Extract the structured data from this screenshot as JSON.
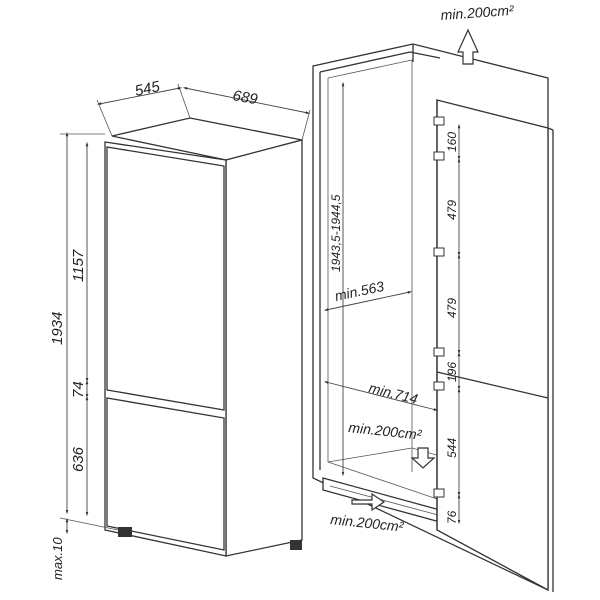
{
  "fridge": {
    "width": "545",
    "depth": "689",
    "height": "1934",
    "upper_door": "1157",
    "gap": "74",
    "lower_door": "636",
    "feet": "max.10"
  },
  "niche": {
    "top_vent": "min.200cm²",
    "height": "1943,5-1944,5",
    "width": "min.563",
    "depth": "min.714",
    "inner_vent": "min.200cm²",
    "bottom_vent": "min.200cm²",
    "hinges": [
      "160",
      "479",
      "479",
      "196",
      "544",
      "76"
    ]
  }
}
